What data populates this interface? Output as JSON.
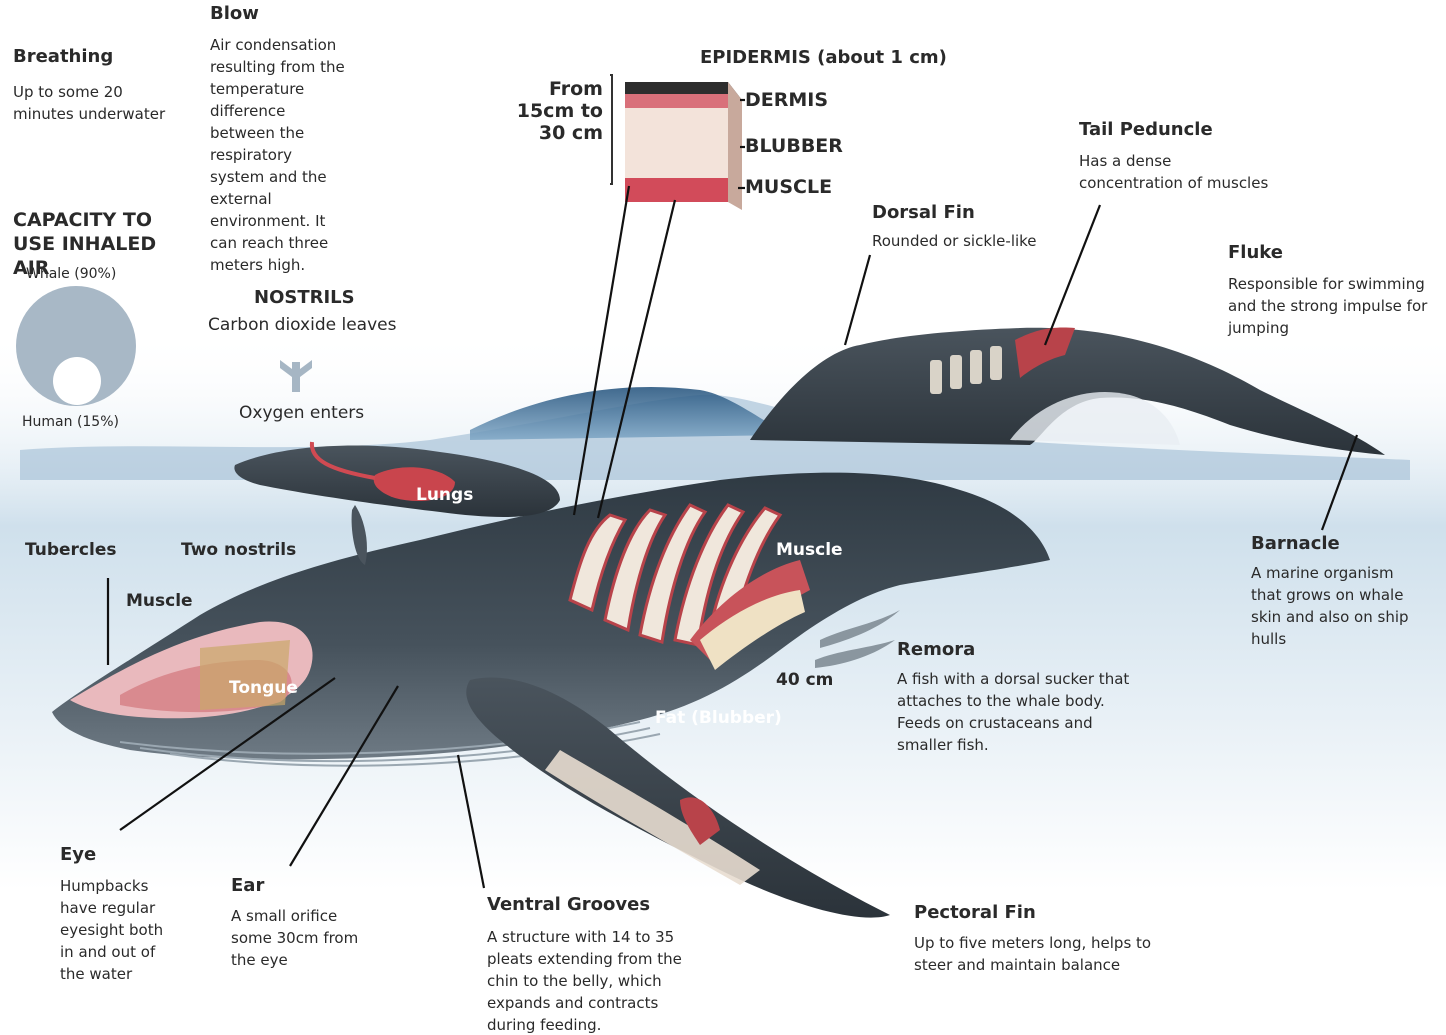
{
  "breathing": {
    "title": "Breathing",
    "text": "Up to some 20 minutes underwater"
  },
  "blow": {
    "title": "Blow",
    "text": "Air condensation resulting from the temperature difference between the respiratory system and the external environment. It can reach three meters high."
  },
  "capacity": {
    "title": "CAPACITY TO USE INHALED AIR",
    "whale": "Whale (90%)",
    "human": "Human (15%)",
    "whale_pct": 90,
    "human_pct": 15
  },
  "nostrils": {
    "title": "NOSTRILS",
    "out": "Carbon dioxide leaves",
    "in": "Oxygen enters"
  },
  "epidermis": {
    "title": "EPIDERMIS (about 1 cm)",
    "thickness": "From 15cm to 30 cm",
    "layers": [
      "DERMIS",
      "BLUBBER",
      "MUSCLE"
    ]
  },
  "tail_peduncle": {
    "title": "Tail Peduncle",
    "text": "Has a dense concentration of muscles"
  },
  "dorsal_fin": {
    "title": "Dorsal Fin",
    "text": "Rounded or sickle-like"
  },
  "fluke": {
    "title": "Fluke",
    "text": "Responsible for swimming and the strong impulse for jumping"
  },
  "barnacle": {
    "title": "Barnacle",
    "text": "A marine organism that grows on whale skin and also on ship hulls"
  },
  "remora": {
    "title": "Remora",
    "text": "A fish with a dorsal sucker that attaches to the whale body. Feeds on crustaceans and smaller fish.",
    "size": "40 cm"
  },
  "eye": {
    "title": "Eye",
    "text": "Humpbacks have regular eyesight both in and out of the water"
  },
  "ear": {
    "title": "Ear",
    "text": "A small orifice some 30cm from the eye"
  },
  "ventral": {
    "title": "Ventral Grooves",
    "text": "A structure with 14 to 35 pleats extending from the chin to the belly, which expands and contracts during feeding."
  },
  "pectoral": {
    "title": "Pectoral Fin",
    "text": "Up to five meters long, helps to steer and maintain balance"
  },
  "body_labels": {
    "lungs": "Lungs",
    "tubercles": "Tubercles",
    "two_nostrils": "Two nostrils",
    "muscle_head": "Muscle",
    "muscle_body": "Muscle",
    "tongue": "Tongue",
    "fat": "Fat (Blubber)"
  },
  "colors": {
    "whale_skin": "#3c4650",
    "muscle": "#b8434a",
    "water": "#c9dbe8",
    "capacity_circle": "#a8b8c6"
  }
}
